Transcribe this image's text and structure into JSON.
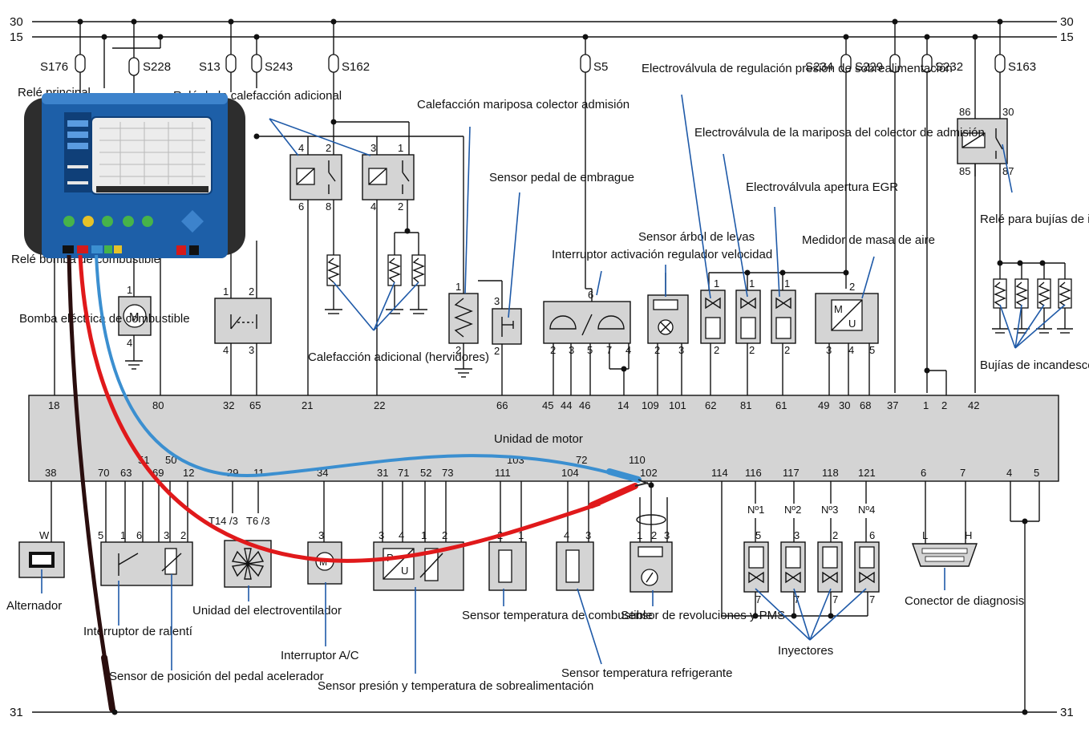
{
  "rails": {
    "r30_left": "30",
    "r30_right": "30",
    "r15_left": "15",
    "r15_right": "15",
    "r31_left": "31",
    "r31_right": "31"
  },
  "fuses": {
    "s176": "S176",
    "s228": "S228",
    "s13": "S13",
    "s243": "S243",
    "s162": "S162",
    "s5": "S5",
    "s234": "S234",
    "s229": "S229",
    "s232": "S232",
    "s163": "S163"
  },
  "ecu": {
    "title": "Unidad de motor",
    "top_pins": [
      "18",
      "80",
      "32",
      "65",
      "21",
      "22",
      "66",
      "45",
      "44",
      "46",
      "14",
      "109",
      "101",
      "62",
      "81",
      "61",
      "49",
      "30",
      "68",
      "37",
      "1",
      "2",
      "42"
    ],
    "bottom_pins": [
      "38",
      "70",
      "63",
      "51",
      "69",
      "50",
      "12",
      "29",
      "11",
      "34",
      "31",
      "71",
      "52",
      "73",
      "111",
      "103",
      "104",
      "72",
      "110",
      "102",
      "114",
      "116",
      "117",
      "118",
      "121",
      "6",
      "7",
      "4",
      "5"
    ]
  },
  "labels": {
    "rele_principal": "Relé principal",
    "rele_calef": "Relé de la calefacción adicional",
    "calef_mariposa": "Calefacción mariposa colector admisión",
    "sensor_pedal_embrague": "Sensor pedal de embrague",
    "interruptor_velocidad": "Interruptor activación regulador velocidad",
    "sensor_arbol": "Sensor árbol de levas",
    "ev_presion": "Electroválvula de regulación presión de sobrealimentación",
    "ev_mariposa": "Electroválvula de la mariposa del colector de admisión",
    "ev_egr": "Electroválvula apertura EGR",
    "medidor_masa": "Medidor de masa de aire",
    "rele_bujias": "Relé para bujías de incandescencia",
    "bujias": "Bujías de incandescencia",
    "rele_bomba": "Relé bomba de combustible",
    "bomba": "Bomba eléctrica de combustible",
    "calef_hervidores": "Calefacción adicional (hervidores)",
    "alternador": "Alternador",
    "interruptor_ralenti": "Interruptor de ralentí",
    "sensor_pedal_acel": "Sensor de posición del pedal acelerador",
    "electroventilador": "Unidad del electroventilador",
    "interruptor_ac": "Interruptor A/C",
    "sensor_presion": "Sensor presión y temperatura de sobrealimentación",
    "sensor_temp_comb": "Sensor temperatura de combustible",
    "sensor_temp_refr": "Sensor temperatura refrigerante",
    "sensor_rev": "Sensor de revoluciones y PMS",
    "inyectores": "Inyectores",
    "conector": "Conector de diagnosis",
    "n1": "Nº1",
    "n2": "Nº2",
    "n3": "Nº3",
    "n4": "Nº4",
    "t14": "T14 /3",
    "t6": "T6 /3",
    "W": "W",
    "L": "L",
    "H": "H",
    "relay86": "86",
    "relay30": "30",
    "relay85": "85",
    "relay87": "87"
  },
  "colors": {
    "red_lead": "#e0191b",
    "blue_lead": "#3b8fd0",
    "black_lead": "#2a0e0e",
    "ecu_fill": "#d4d4d4",
    "device_blue": "#1d5fa8"
  }
}
